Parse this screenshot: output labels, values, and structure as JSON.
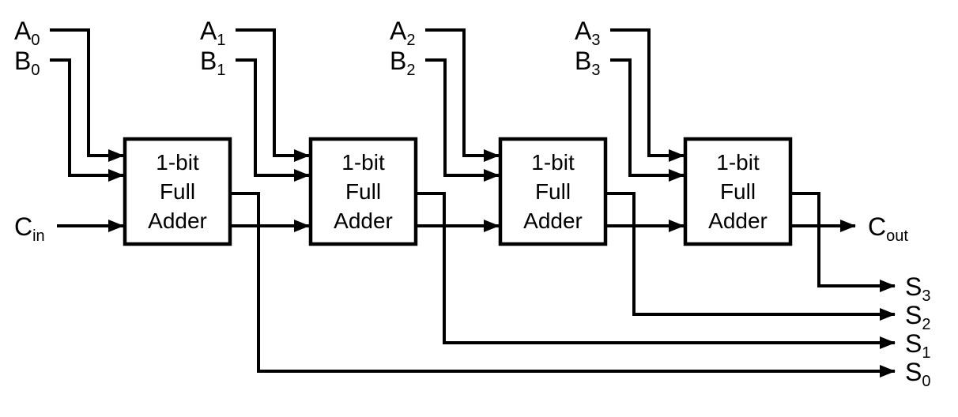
{
  "diagram": {
    "background_color": "#ffffff",
    "line_color": "#000000",
    "stages": [
      {
        "input_a": {
          "main": "A",
          "sub": "0"
        },
        "input_b": {
          "main": "B",
          "sub": "0"
        },
        "box_label_lines": [
          "1-bit",
          "Full",
          "Adder"
        ],
        "sum_output": {
          "main": "S",
          "sub": "0"
        }
      },
      {
        "input_a": {
          "main": "A",
          "sub": "1"
        },
        "input_b": {
          "main": "B",
          "sub": "1"
        },
        "box_label_lines": [
          "1-bit",
          "Full",
          "Adder"
        ],
        "sum_output": {
          "main": "S",
          "sub": "1"
        }
      },
      {
        "input_a": {
          "main": "A",
          "sub": "2"
        },
        "input_b": {
          "main": "B",
          "sub": "2"
        },
        "box_label_lines": [
          "1-bit",
          "Full",
          "Adder"
        ],
        "sum_output": {
          "main": "S",
          "sub": "2"
        }
      },
      {
        "input_a": {
          "main": "A",
          "sub": "3"
        },
        "input_b": {
          "main": "B",
          "sub": "3"
        },
        "box_label_lines": [
          "1-bit",
          "Full",
          "Adder"
        ],
        "sum_output": {
          "main": "S",
          "sub": "3"
        }
      }
    ],
    "carry_in_label": {
      "main": "C",
      "sub": "in"
    },
    "carry_out_label": {
      "main": "C",
      "sub": "out"
    }
  }
}
